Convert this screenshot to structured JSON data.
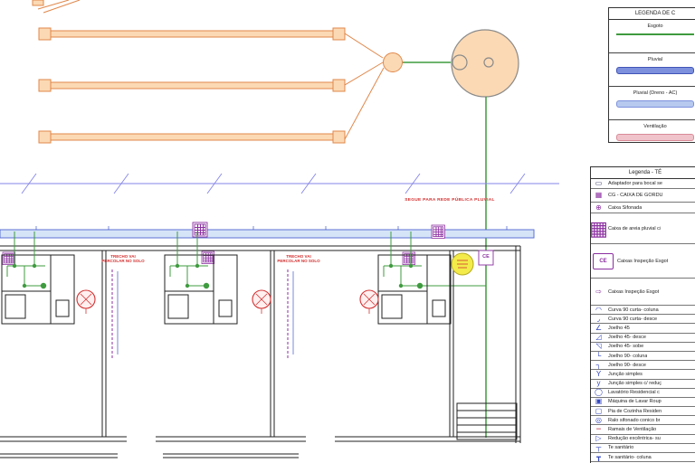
{
  "colors": {
    "esgoto_green": "#3f9b3f",
    "pluvial_blue": "#5b6fd4",
    "pluvial_fill": "#d6e4f8",
    "dreno_blue": "#b7c9ee",
    "ventilacao_pink": "#f0c3cb",
    "pipe_orange": "#e0874a",
    "pipe_orange_fill": "#fbd9b4",
    "symbol_purple": "#8b2fa0",
    "note_red": "#d32f2f",
    "balloon_yellow": "#f3eb49",
    "wall_black": "#222222"
  },
  "plan": {
    "notes": {
      "pluvial": "SEGUE PARA REDE PÚBLICA PLUVIAL",
      "percolate_left": "TRECHO VAI PERCOLAR NO SOLO",
      "percolate_right": "TRECHO VAI PERCOLAR NO SOLO",
      "ce_label": "CE"
    }
  },
  "legend_colors": {
    "title": "LEGENDA DE C",
    "entries": [
      {
        "label": "Esgoto",
        "color": "#3f9b3f",
        "style": "line"
      },
      {
        "label": "Pluvial",
        "color": "#7c90dd",
        "border": "#4054b8",
        "style": "bar"
      },
      {
        "label": "Pluvial (Dreno - AC)",
        "color": "#b7c9ee",
        "border": "#7c90dd",
        "style": "bar"
      },
      {
        "label": "Ventilação",
        "color": "#f0c3cb",
        "border": "#d98a97",
        "style": "bar"
      }
    ]
  },
  "legend_symbols": {
    "title": "Legenda - TÉ",
    "entries": [
      {
        "label": "Adaptador para bocal se",
        "icon": "adapter-nozzle-icon",
        "glyph": "▭",
        "color": "#333366",
        "h": 11
      },
      {
        "label": "CG - CAIXA DE GORDU",
        "icon": "grease-trap-box-icon",
        "glyph": "▦",
        "color": "#8b2fa0",
        "h": 15
      },
      {
        "label": "Caixa Sifonada",
        "icon": "siphon-box-icon",
        "glyph": "⊕",
        "color": "#8b2fa0",
        "h": 12
      },
      {
        "label": "Caixa de areia pluvial c/",
        "icon": "pluvial-sand-box-icon",
        "glyph": "▦",
        "color": "#8b2fa0",
        "h": 34,
        "big": true
      },
      {
        "label": "Caixas Inspeção Esgot",
        "icon": "sewage-inspection-box-icon",
        "glyph": "CE",
        "color": "#8b2fa0",
        "h": 38,
        "boxed": true
      },
      {
        "label": "Caixas Inspeção Esgot",
        "icon": "sewage-inspection-arrow-icon",
        "glyph": "⇨",
        "color": "#8b2fa0",
        "h": 30
      },
      {
        "label": "Curva 90 curta- coluna",
        "icon": "curve-90-column-icon",
        "glyph": "◠",
        "color": "#3346c0",
        "h": 10.2
      },
      {
        "label": "Curva 90 curta- desce",
        "icon": "curve-90-down-icon",
        "glyph": "◞",
        "color": "#3346c0",
        "h": 10.2
      },
      {
        "label": "Joelho 45",
        "icon": "elbow-45-icon",
        "glyph": "∠",
        "color": "#3346c0",
        "h": 10.2
      },
      {
        "label": "Joelho 45- desce",
        "icon": "elbow-45-down-icon",
        "glyph": "◿",
        "color": "#3346c0",
        "h": 10.2
      },
      {
        "label": "Joelho 45- sobe",
        "icon": "elbow-45-up-icon",
        "glyph": "◹",
        "color": "#3346c0",
        "h": 10.2
      },
      {
        "label": "Joelho 90- coluna",
        "icon": "elbow-90-column-icon",
        "glyph": "└",
        "color": "#3346c0",
        "h": 10.2
      },
      {
        "label": "Joelho 90- desce",
        "icon": "elbow-90-down-icon",
        "glyph": "┐",
        "color": "#3346c0",
        "h": 10.2
      },
      {
        "label": "Junção simples",
        "icon": "simple-junction-icon",
        "glyph": "Y",
        "color": "#3346c0",
        "h": 10.2
      },
      {
        "label": "Junção simples c/ reduç",
        "icon": "junction-reduction-icon",
        "glyph": "y",
        "color": "#3346c0",
        "h": 10.2
      },
      {
        "label": "Lavatório Residencial c",
        "icon": "lavatory-icon",
        "glyph": "◯",
        "color": "#3346c0",
        "h": 10.2
      },
      {
        "label": "Máquina de Lavar Roup",
        "icon": "washing-machine-icon",
        "glyph": "▣",
        "color": "#3346c0",
        "h": 10.2
      },
      {
        "label": "Pia de Cozinha Residen",
        "icon": "kitchen-sink-icon",
        "glyph": "▢",
        "color": "#3346c0",
        "h": 10.2
      },
      {
        "label": "Ralo sifonado conico br",
        "icon": "conical-drain-icon",
        "glyph": "◎",
        "color": "#3346c0",
        "h": 10.2
      },
      {
        "label": "Ramais de Ventilação",
        "icon": "vent-branch-icon",
        "glyph": "━",
        "color": "#d98a97",
        "h": 10.2
      },
      {
        "label": "Redução excêntrica- su",
        "icon": "eccentric-reduction-icon",
        "glyph": "▷",
        "color": "#3346c0",
        "h": 10.2
      },
      {
        "label": "Te sanitário",
        "icon": "sanitary-tee-icon",
        "glyph": "┬",
        "color": "#3346c0",
        "h": 10.2
      },
      {
        "label": "Te sanitário- coluna",
        "icon": "sanitary-tee-column-icon",
        "glyph": "┳",
        "color": "#3346c0",
        "h": 10.2
      }
    ]
  }
}
